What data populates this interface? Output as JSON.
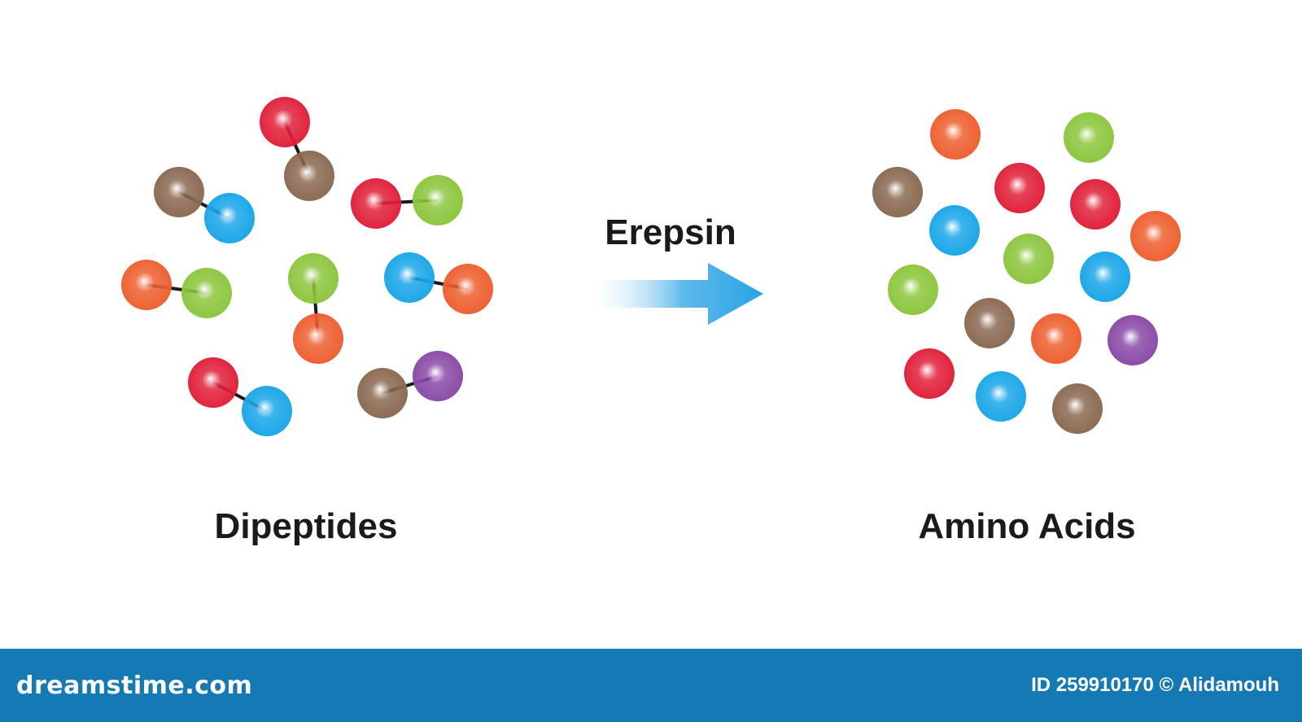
{
  "labels": {
    "reactant": "Dipeptides",
    "product": "Amino Acids",
    "enzyme": "Erepsin"
  },
  "footer": {
    "site": "dreamstime.com",
    "credit": "ID 259910170 © Alidamouh"
  },
  "colors": {
    "red": "#e0203a",
    "brown": "#8a6a52",
    "blue": "#1aa6e8",
    "green": "#8cc63e",
    "orange": "#ee5f30",
    "purple": "#8a4aa8",
    "arrow": "#29a3e3",
    "footer": "#1579b3"
  },
  "diagram": {
    "dipeptides": [
      [
        "red",
        "brown"
      ],
      [
        "brown",
        "blue"
      ],
      [
        "red",
        "green"
      ],
      [
        "orange",
        "green"
      ],
      [
        "green",
        "orange"
      ],
      [
        "blue",
        "orange"
      ],
      [
        "red",
        "blue"
      ],
      [
        "brown",
        "purple"
      ]
    ],
    "amino_acids": [
      "orange",
      "green",
      "brown",
      "red",
      "red",
      "blue",
      "orange",
      "green",
      "green",
      "blue",
      "brown",
      "orange",
      "purple",
      "red",
      "blue",
      "brown"
    ]
  }
}
